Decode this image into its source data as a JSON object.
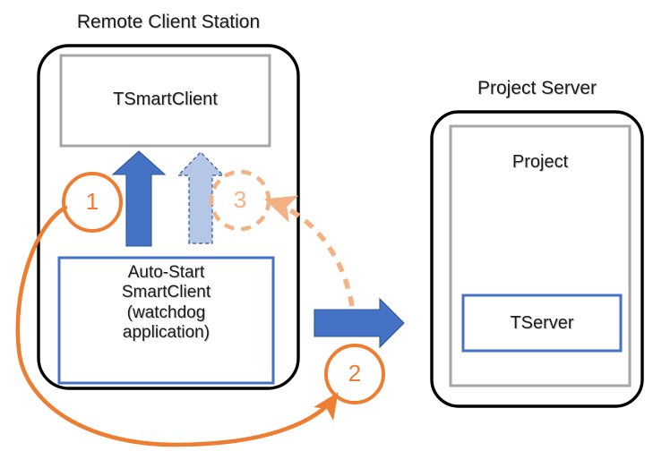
{
  "diagram": {
    "title": "Remote Client Station / Project Server interaction diagram",
    "colors": {
      "accent_blue": "#4472C4",
      "light_blue": "#B4C7E7",
      "accent_orange": "#ED7D31",
      "light_orange": "#F4B183",
      "gray_border": "#A6A6A6",
      "black_border": "#000000",
      "text": "#1a1a1a",
      "background": "#FFFFFF"
    }
  },
  "client_station": {
    "title": "Remote Client Station",
    "smart_client": {
      "label": "TSmartClient"
    },
    "auto_start": {
      "label": "Auto-Start\nSmartClient\n(watchdog\napplication)"
    }
  },
  "project_server": {
    "title": "Project Server",
    "project": {
      "label": "Project"
    },
    "tserver": {
      "label": "TServer"
    }
  },
  "steps": [
    {
      "number": "1",
      "style": "solid-orange"
    },
    {
      "number": "2",
      "style": "solid-orange"
    },
    {
      "number": "3",
      "style": "dashed-light-orange"
    }
  ],
  "arrows": {
    "solid_up": {
      "name": "solid-blue-up-arrow",
      "color": "#4472C4",
      "style": "solid"
    },
    "dashed_up": {
      "name": "light-blue-dashed-up-arrow",
      "color": "#B4C7E7",
      "style": "dashed"
    },
    "right": {
      "name": "blue-right-arrow",
      "color": "#4472C4",
      "style": "solid"
    },
    "dashed_arc": {
      "name": "dashed-orange-return-arc",
      "color": "#F4B183",
      "style": "dashed"
    },
    "loop": {
      "name": "orange-loop-arc",
      "color": "#ED7D31",
      "style": "solid"
    }
  }
}
